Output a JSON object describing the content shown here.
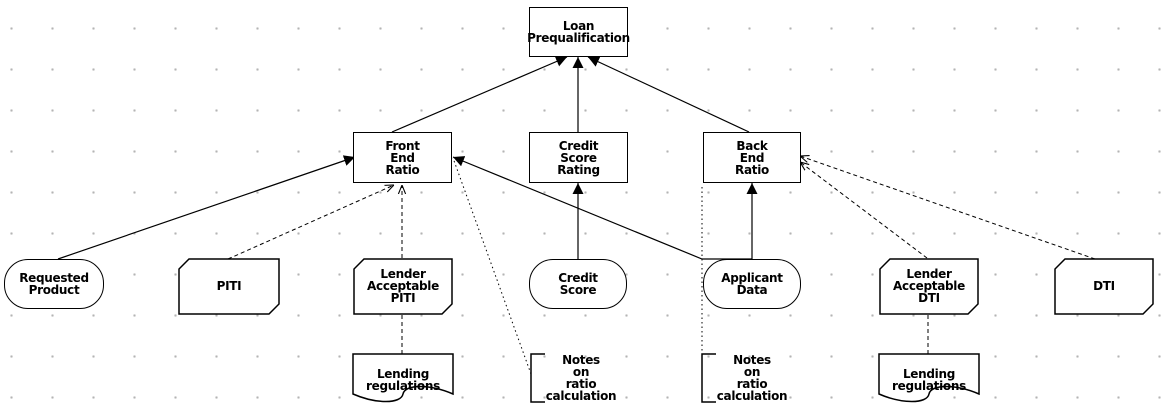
{
  "diagram": {
    "decisions": {
      "loan_prequalification": "Loan\nPrequalification",
      "front_end_ratio": "Front\nEnd\nRatio",
      "credit_score_rating": "Credit\nScore\nRating",
      "back_end_ratio": "Back\nEnd\nRatio"
    },
    "input_data": {
      "requested_product": "Requested\nProduct",
      "credit_score": "Credit\nScore",
      "applicant_data": "Applicant\nData"
    },
    "knowledge_models": {
      "piti": "PITI",
      "lender_acceptable_piti": "Lender\nAcceptable\nPITI",
      "lender_acceptable_dti": "Lender\nAcceptable\nDTI",
      "dti": "DTI"
    },
    "knowledge_sources": {
      "lending_regulations_1": "Lending\nregulations",
      "lending_regulations_2": "Lending\nregulations"
    },
    "annotations": {
      "notes_1": "Notes\non\nratio\ncalculation",
      "notes_2": "Notes\non\nratio\ncalculation"
    }
  }
}
